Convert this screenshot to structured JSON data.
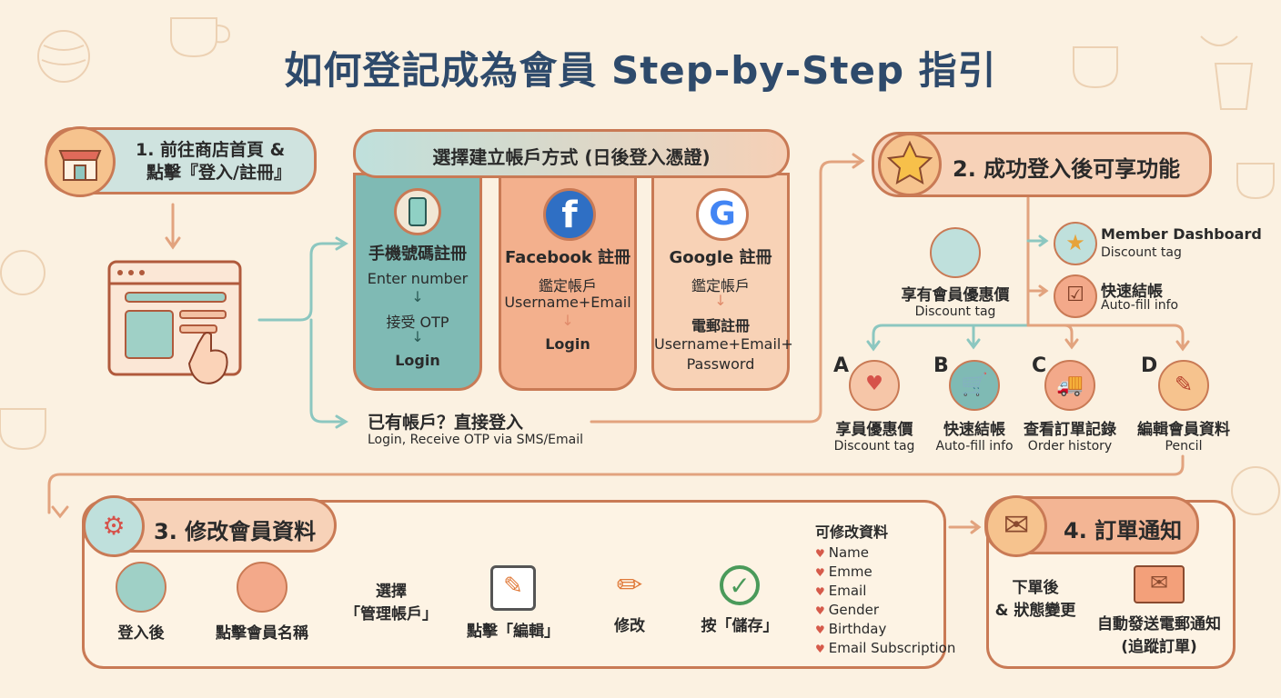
{
  "title": "如何登記成為會員 Step-by-Step 指引",
  "step1": {
    "line1": "1. 前往商店首頁 &",
    "line2": "點擊『登入/註冊』"
  },
  "account_methods": {
    "header": "選擇建立帳戶方式 (日後登入憑證)",
    "phone": {
      "title": "手機號碼註冊",
      "l1": "Enter number",
      "l2": "接受 OTP",
      "l3": "Login"
    },
    "facebook": {
      "title": "Facebook 註冊",
      "l1": "鑑定帳戶",
      "l2": "Username+Email",
      "l3": "Login"
    },
    "google": {
      "title": "Google 註冊",
      "l1": "鑑定帳戶",
      "l2": "電郵註冊",
      "l3": "Username+Email+",
      "l4": "Password"
    }
  },
  "existing": {
    "title": "已有帳戶？直接登入",
    "desc": "Login, Receive OTP via SMS/Email"
  },
  "step2": {
    "title": "2. 成功登入後可享功能",
    "discount": {
      "name": "享有會員優惠價",
      "desc": "Discount tag"
    },
    "dashboard": {
      "name": "Member Dashboard",
      "desc": "Discount tag"
    },
    "quick": {
      "name": "快速結帳",
      "desc": "Auto-fill info"
    },
    "features": [
      {
        "letter": "A",
        "name": "享員優惠價",
        "desc": "Discount tag"
      },
      {
        "letter": "B",
        "name": "快速結帳",
        "desc": "Auto-fill info"
      },
      {
        "letter": "C",
        "name": "查看訂單記錄",
        "desc": "Order history"
      },
      {
        "letter": "D",
        "name": "編輯會員資料",
        "desc": "Pencil"
      }
    ]
  },
  "step3": {
    "title": "3. 修改會員資料",
    "flow": [
      "登入後",
      "點擊會員名稱",
      "選擇",
      "「管理帳戶」",
      "點擊「編輯」",
      "修改",
      "按「儲存」"
    ],
    "editable_header": "可修改資料",
    "editable": [
      "Name",
      "Emme",
      "Email",
      "Gender",
      "Birthday",
      "Email Subscription"
    ]
  },
  "step4": {
    "title": "4. 訂單通知",
    "l1": "下單後",
    "l2": "& 狀態變更",
    "r1": "自動發送電郵通知",
    "r2": "(追蹤訂單)"
  },
  "colors": {
    "outline": "#c97a55",
    "teal": "#bfe0dc",
    "peach": "#f6d0b6",
    "navy": "#2e4a6b",
    "bg": "#fbf1e1"
  },
  "icons": [
    "shop-icon",
    "browser-click-icon",
    "phone-icon",
    "facebook-icon",
    "google-icon",
    "star-icon",
    "price-tag-icon",
    "checklist-icon",
    "cart-icon",
    "truck-icon",
    "pencil-icon",
    "gear-heart-icon",
    "avatar-icon",
    "check-circle-icon",
    "envelope-icon"
  ]
}
